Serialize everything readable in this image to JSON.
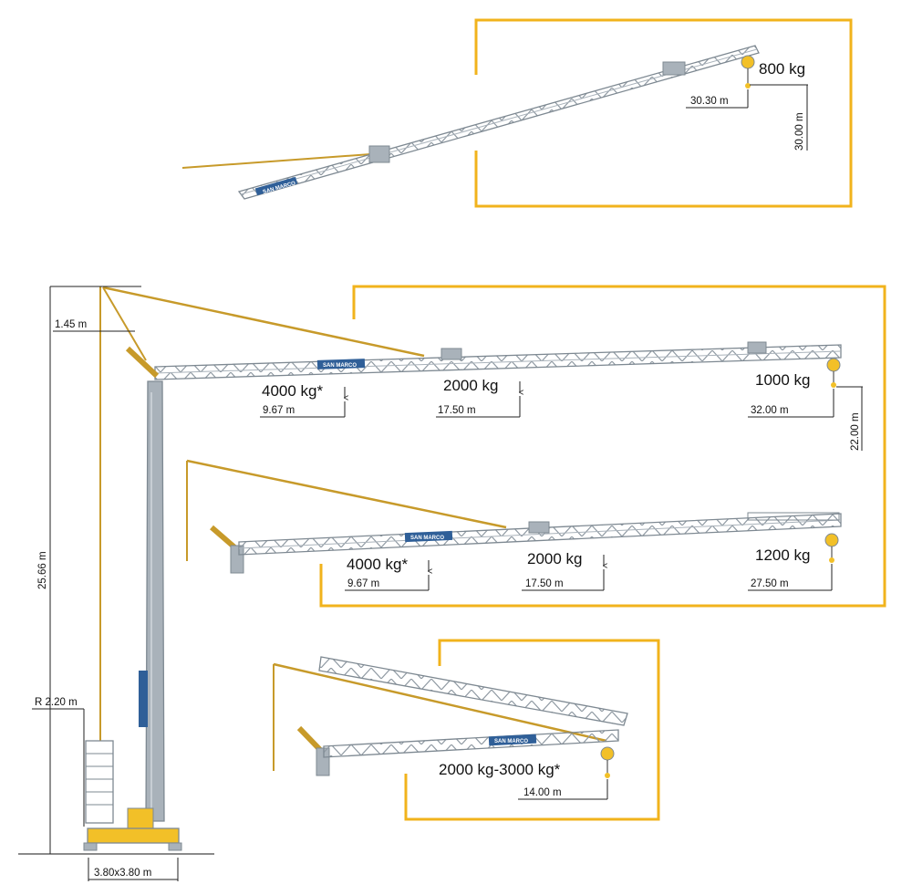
{
  "colors": {
    "frame": "#F1B31C",
    "cable": "#C79A2A",
    "steel": "#A9B2BA",
    "steel_dark": "#7E8992",
    "panel": "#2F5F98",
    "base": "#F2C028",
    "dim": "#222222"
  },
  "brand": "SAN MARCO",
  "config_top": {
    "load": "800 kg",
    "reach": "30.30 m",
    "height": "30.00 m"
  },
  "config_horizontal_32": {
    "loads": [
      {
        "load": "4000 kg*",
        "reach": "9.67 m"
      },
      {
        "load": "2000 kg",
        "reach": "17.50 m"
      },
      {
        "load": "1000 kg",
        "reach": "32.00 m"
      }
    ],
    "height": "22.00 m"
  },
  "config_horizontal_27": {
    "loads": [
      {
        "load": "4000 kg*",
        "reach": "9.67 m"
      },
      {
        "load": "2000 kg",
        "reach": "17.50 m"
      },
      {
        "load": "1200 kg",
        "reach": "27.50 m"
      }
    ]
  },
  "config_folded": {
    "load": "2000 kg-3000 kg*",
    "reach": "14.00 m"
  },
  "tower": {
    "top_offset": "1.45 m",
    "height": "25.66 m",
    "radius": "R 2.20 m",
    "base": "3.80x3.80 m"
  }
}
